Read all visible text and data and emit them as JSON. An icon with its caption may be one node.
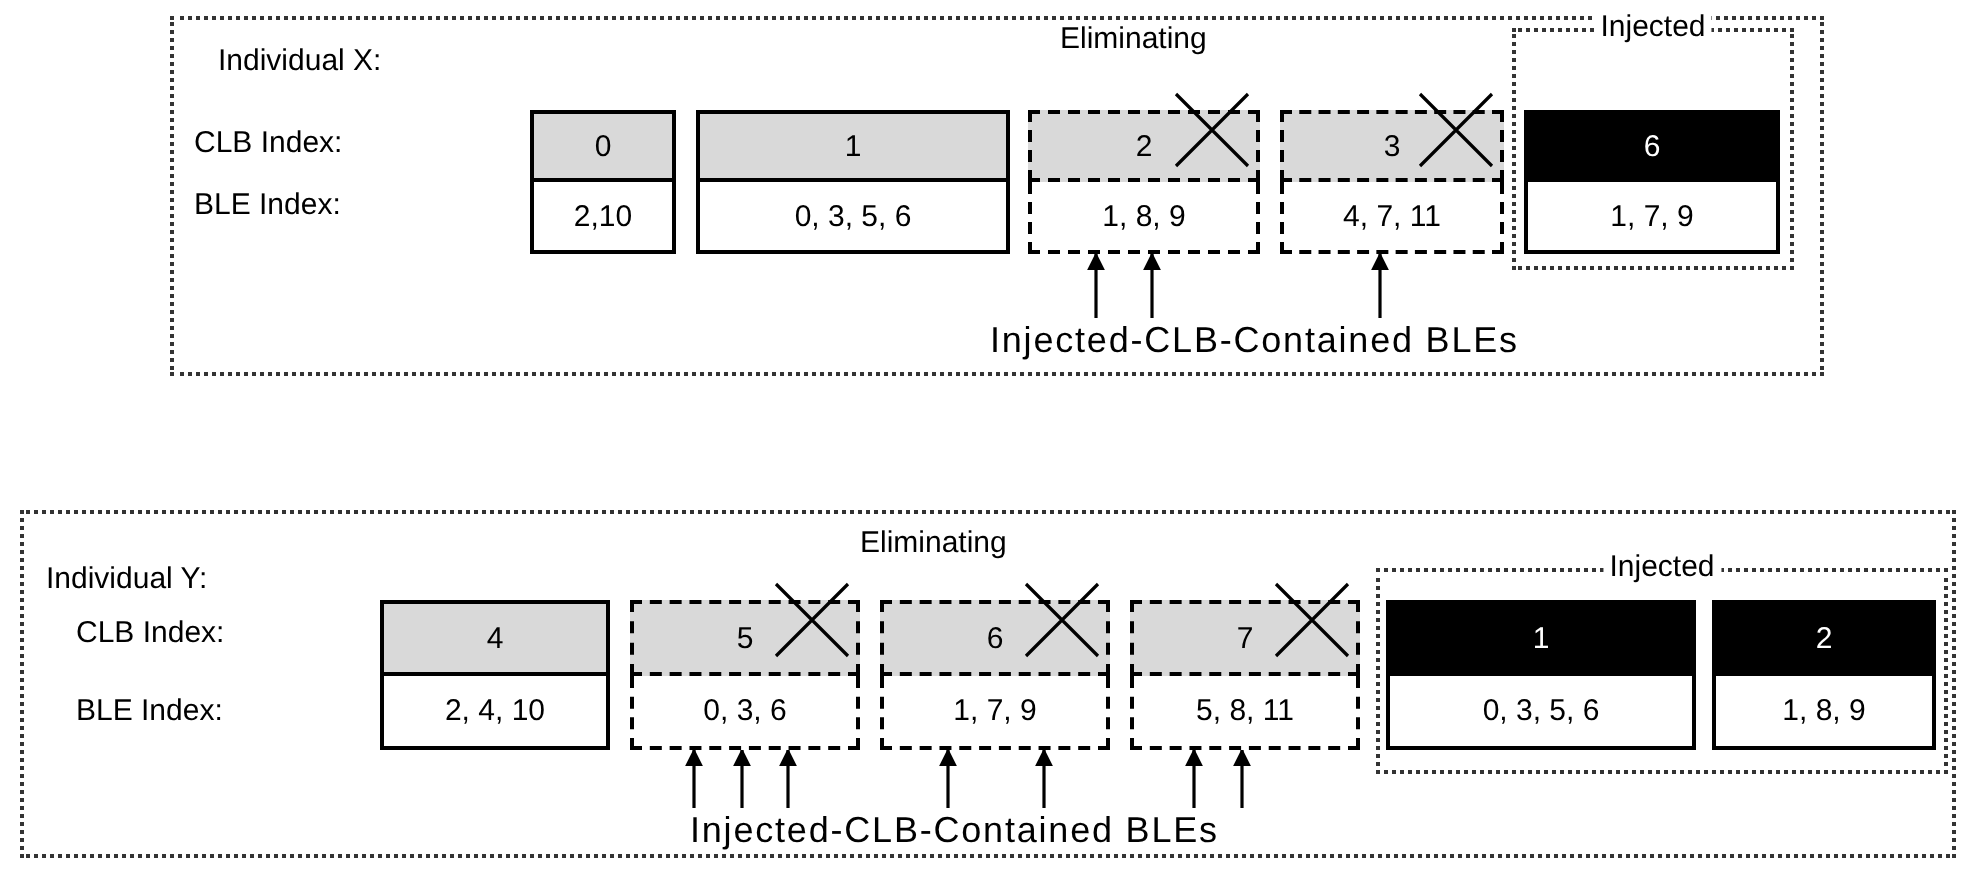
{
  "diagram": {
    "nodes": [
      {
        "text": [
          "Individual X:"
        ]
      },
      {
        "text": [
          "0",
          "2,10"
        ],
        "in": 0
      },
      {
        "text": [
          "1",
          "0, 3, 5, 6"
        ],
        "in": 0
      },
      {
        "text": [
          "2",
          "1, 8, 9"
        ],
        "in": 0
      },
      {
        "text": [
          "3",
          "4, 7, 11"
        ],
        "in": 0
      },
      {
        "text": [
          "Injected"
        ],
        "in": 0
      },
      {
        "text": [
          "6",
          "1, 7, 9"
        ],
        "in": 5
      },
      {
        "text": [
          "Individual Y:"
        ]
      },
      {
        "text": [
          "4",
          "2, 4, 10"
        ],
        "in": 7
      },
      {
        "text": [
          "5",
          "0, 3, 6"
        ],
        "in": 7
      },
      {
        "text": [
          "6",
          "1, 7, 9"
        ],
        "in": 7
      },
      {
        "text": [
          "7",
          "5, 8, 11"
        ],
        "in": 7
      },
      {
        "text": [
          "Injected"
        ],
        "in": 7
      },
      {
        "text": [
          "1",
          "0, 3, 5, 6"
        ],
        "in": 12
      },
      {
        "text": [
          "2",
          "1, 8, 9"
        ],
        "in": 12
      },
      {
        "text": [
          "Injected-CLB-Contained BLEs"
        ],
        "in": 0
      },
      {
        "text": [
          "Injected-CLB-Contained BLEs"
        ],
        "in": 7
      }
    ],
    "edges": [
      {
        "from": 15,
        "to": 3,
        "arrow": "to"
      },
      {
        "from": 15,
        "to": 3,
        "arrow": "to"
      },
      {
        "from": 15,
        "to": 4,
        "arrow": "to"
      },
      {
        "from": 16,
        "to": 9,
        "arrow": "to"
      },
      {
        "from": 16,
        "to": 9,
        "arrow": "to"
      },
      {
        "from": 16,
        "to": 9,
        "arrow": "to"
      },
      {
        "from": 16,
        "to": 10,
        "arrow": "to"
      },
      {
        "from": 16,
        "to": 10,
        "arrow": "to"
      },
      {
        "from": 16,
        "to": 11,
        "arrow": "to"
      },
      {
        "from": 16,
        "to": 11,
        "arrow": "to"
      }
    ],
    "labels": [
      "CLB Index:",
      "BLE Index:",
      "Eliminating",
      "CLB Index:",
      "BLE Index:",
      "Eliminating"
    ]
  }
}
